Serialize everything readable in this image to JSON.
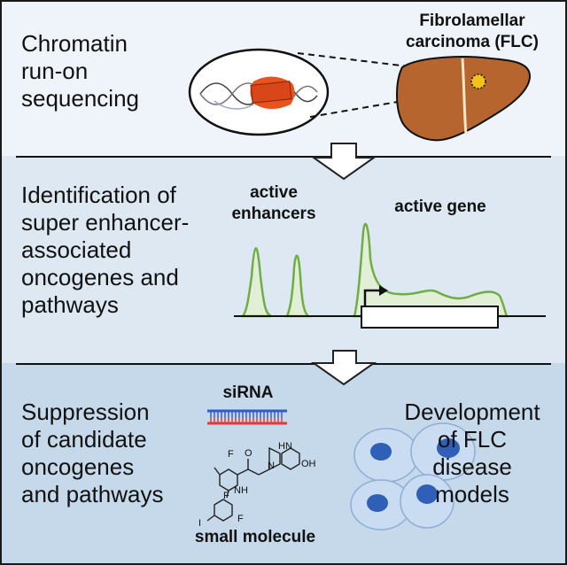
{
  "panels": [
    {
      "text": "Chromatin\nrun-on\nsequencing",
      "labels": {
        "tumor": "Fibrolamellar\ncarcinoma (FLC)"
      }
    },
    {
      "text": "Identification of\nsuper enhancer-\nassociated\noncogenes and\npathways",
      "labels": {
        "enhancers": "active\nenhancers",
        "gene": "active gene"
      }
    },
    {
      "text_left": "Suppression\nof candidate\noncogenes\nand pathways",
      "text_right": "Development\nof FLC\ndisease\nmodels",
      "labels": {
        "sirna": "siRNA",
        "small_molecule": "small molecule"
      },
      "molecule_atoms": [
        "F",
        "F",
        "NH",
        "I",
        "F",
        "O",
        "N",
        "HN",
        "OH"
      ]
    }
  ],
  "colors": {
    "panel1": "#eef4f9",
    "panel2": "#dde8f2",
    "panel3": "#c5d9ea",
    "liver": "#b5652d",
    "peak_fill": "#e1efd6",
    "peak_line": "#70ad47",
    "nucleosome": "#e8531f",
    "sirna_top": "#2f5fcf",
    "sirna_bottom": "#e03a3a",
    "cell": "#c9dcf2",
    "nucleus": "#2f5fb7"
  }
}
